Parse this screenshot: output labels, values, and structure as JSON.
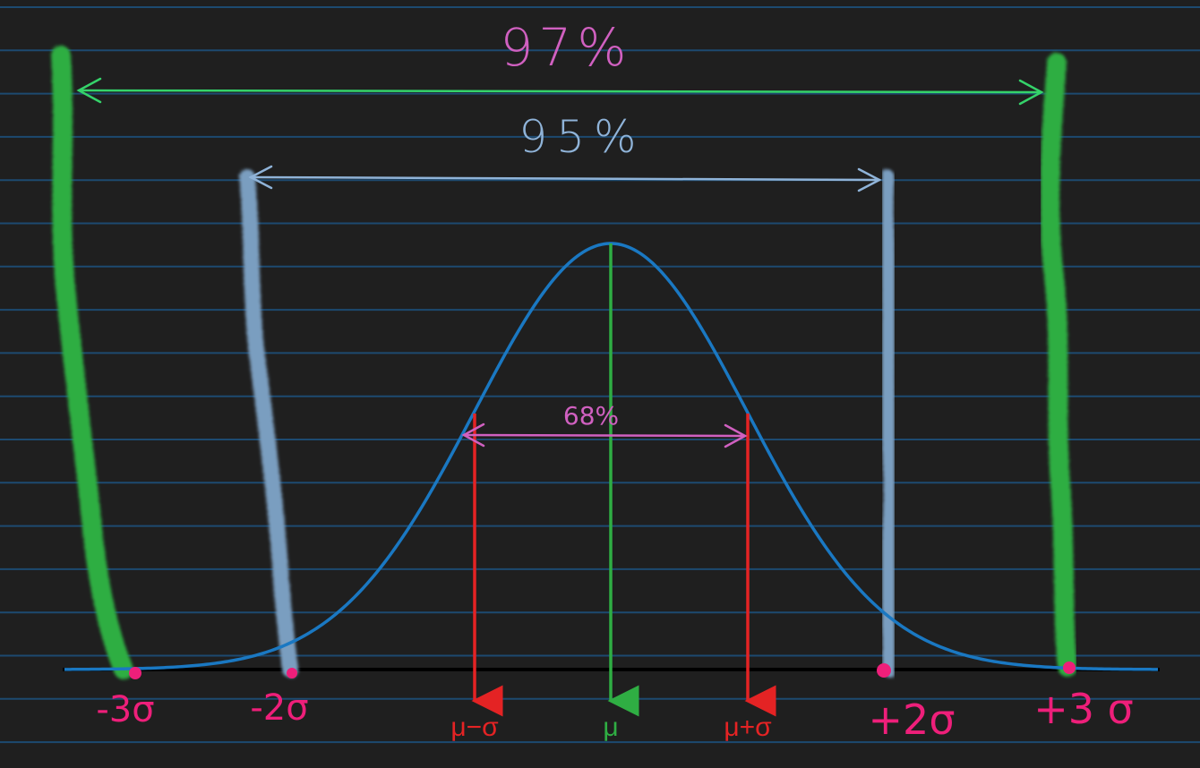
{
  "diagram": {
    "colors": {
      "background": "#1f1f1f",
      "ruled_lines": "#1d4a70",
      "curve": "#1a78c2",
      "green": "#2fae43",
      "blue_gray": "#7a9ec0",
      "red": "#e42324",
      "pink": "#ee1f7a",
      "magenta": "#d060c0",
      "green_arrow": "#35d36a",
      "blue_arrow": "#8fb3d8"
    },
    "spans": {
      "three_sigma": "97%",
      "two_sigma": "95%",
      "one_sigma": "68%"
    },
    "markers": {
      "minus3": "-3σ",
      "minus2": "-2σ",
      "plus2": "+2σ",
      "plus3": "+3 σ",
      "mu_minus_sigma": "μ−σ",
      "mu": "μ",
      "mu_plus_sigma": "μ+σ"
    }
  }
}
